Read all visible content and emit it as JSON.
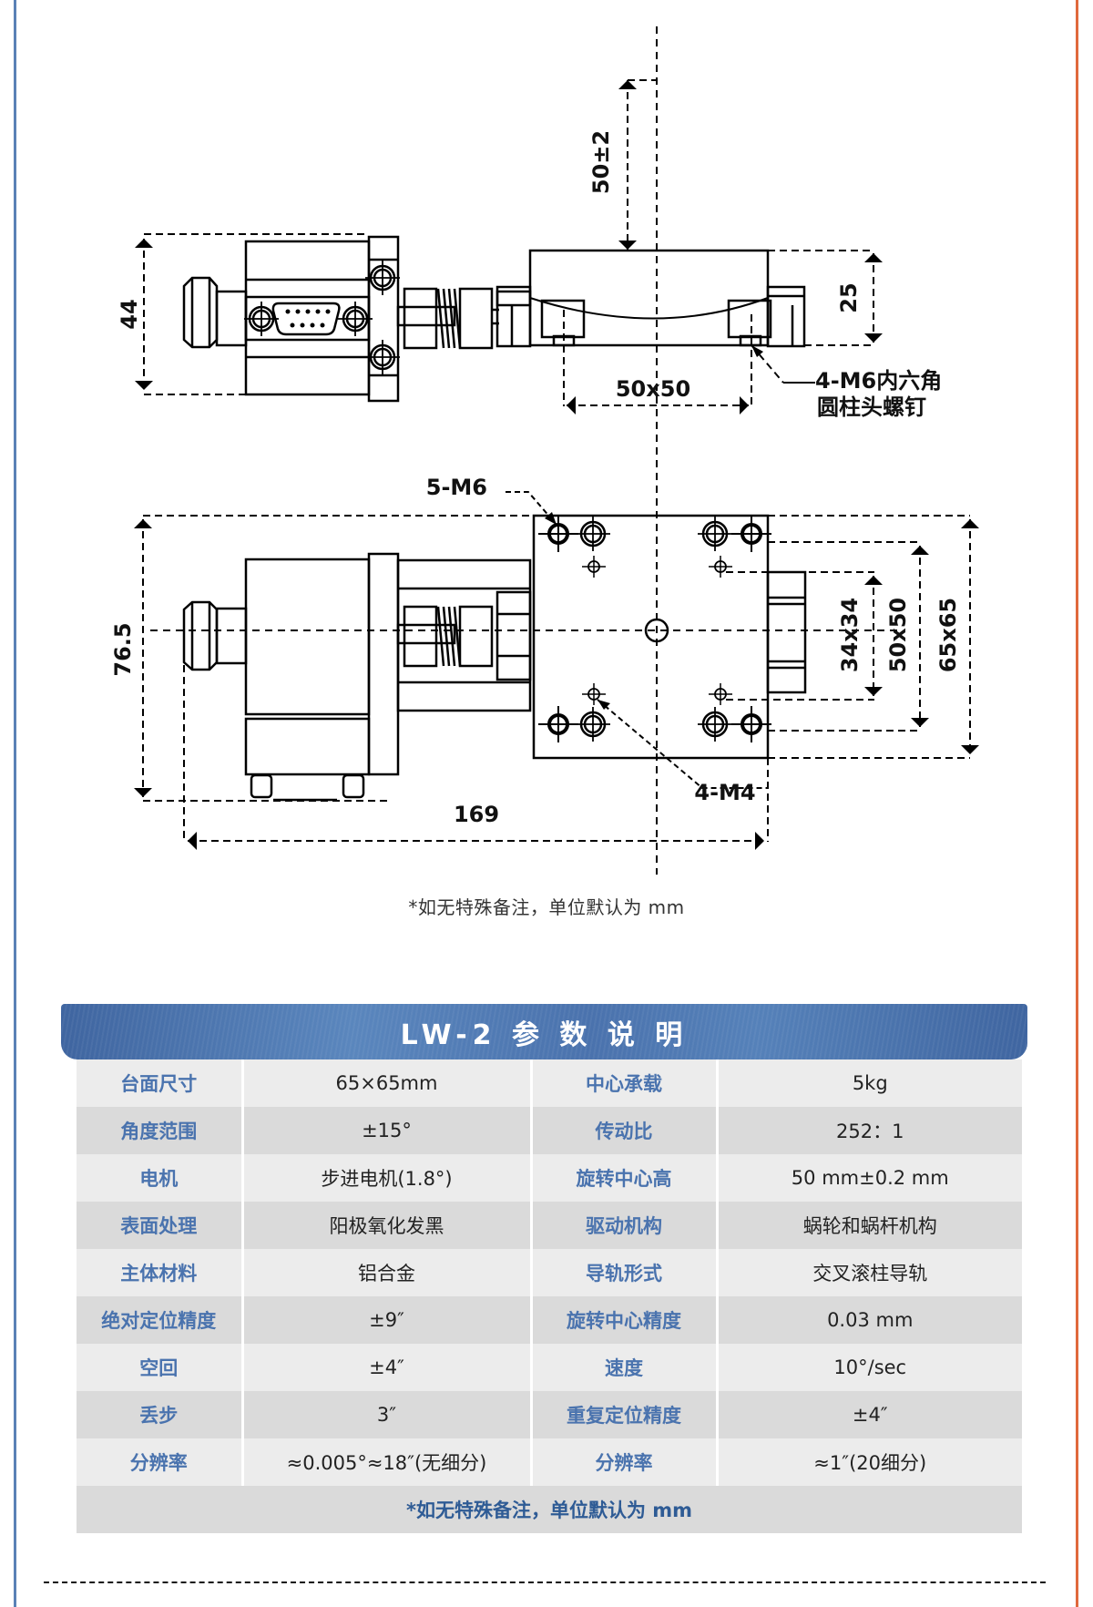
{
  "drawing": {
    "top_view": {
      "dim_height_total": "50±2",
      "dim_body_height": "44",
      "dim_stage_height": "25",
      "dim_hole_spacing": "50x50",
      "callout_screws_line1": "4-M6内六角",
      "callout_screws_line2": "圆柱头螺钉"
    },
    "plan_view": {
      "callout_m6": "5-M6",
      "callout_m4": "4-M4",
      "dim_overall_width": "76.5",
      "dim_overall_length": "169",
      "dim_inner": "34x34",
      "dim_mid": "50x50",
      "dim_table": "65x65"
    }
  },
  "unit_note": "*如无特殊备注，单位默认为 mm",
  "spec_table": {
    "title": "LW-2 参 数 说 明",
    "rows": [
      {
        "k1": "台面尺寸",
        "v1": "65×65mm",
        "k2": "中心承载",
        "v2": "5kg"
      },
      {
        "k1": "角度范围",
        "v1": "±15°",
        "k2": "传动比",
        "v2": "252：1"
      },
      {
        "k1": "电机",
        "v1": "步进电机(1.8°)",
        "k2": "旋转中心高",
        "v2": "50 mm±0.2 mm"
      },
      {
        "k1": "表面处理",
        "v1": "阳极氧化发黑",
        "k2": "驱动机构",
        "v2": "蜗轮和蜗杆机构"
      },
      {
        "k1": "主体材料",
        "v1": "铝合金",
        "k2": "导轨形式",
        "v2": "交叉滚柱导轨"
      },
      {
        "k1": "绝对定位精度",
        "v1": "±9″",
        "k2": "旋转中心精度",
        "v2": "0.03 mm"
      },
      {
        "k1": "空回",
        "v1": "±4″",
        "k2": "速度",
        "v2": "10°/sec"
      },
      {
        "k1": "丢步",
        "v1": "3″",
        "k2": "重复定位精度",
        "v2": "±4″"
      },
      {
        "k1": "分辨率",
        "v1": "≈0.005°≈18″(无细分)",
        "k2": "分辨率",
        "v2": "≈1″(20细分)"
      }
    ],
    "footer": "*如无特殊备注，单位默认为 mm"
  },
  "colors": {
    "left_edge": "#5a81b6",
    "right_edge": "#e0693d",
    "banner": "#4a72ad",
    "key_text": "#4a73ae"
  }
}
